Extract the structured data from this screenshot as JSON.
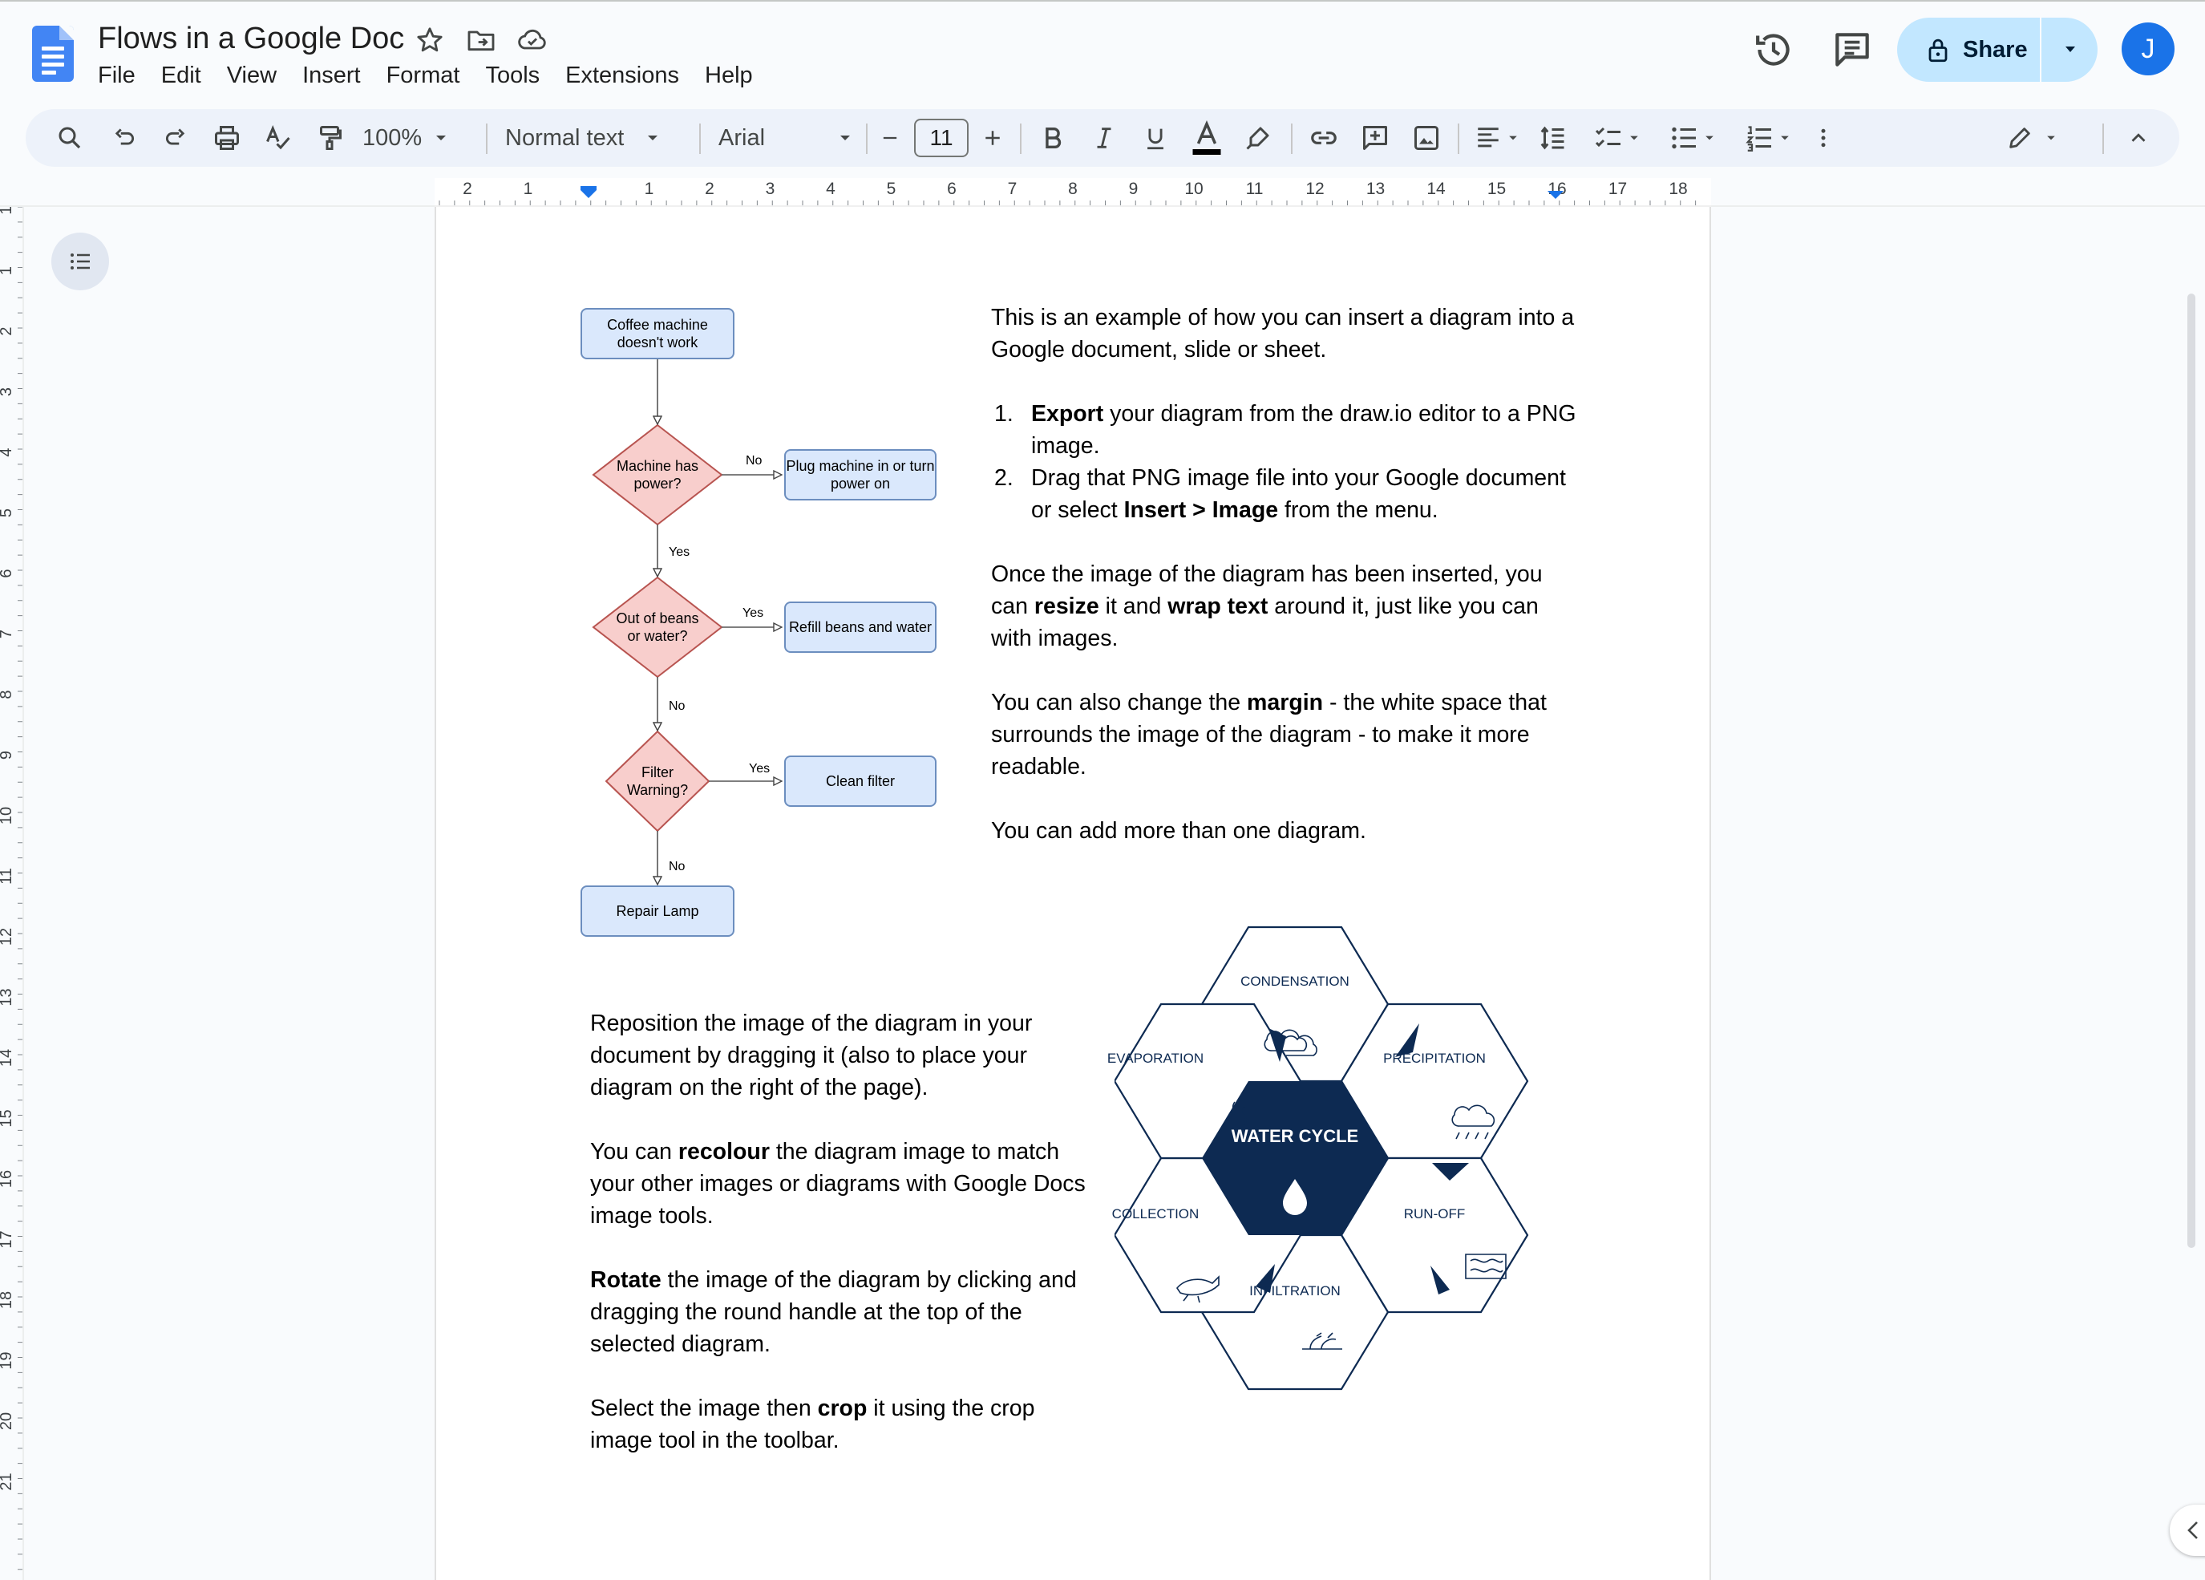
{
  "app": {
    "doc_title": "Flows in a Google Doc",
    "menus": [
      "File",
      "Edit",
      "View",
      "Insert",
      "Format",
      "Tools",
      "Extensions",
      "Help"
    ],
    "share_label": "Share",
    "avatar_initial": "J"
  },
  "toolbar": {
    "zoom": "100%",
    "style": "Normal text",
    "font": "Arial",
    "font_size": "11"
  },
  "ruler": {
    "horizontal_labels": [
      "2",
      "1",
      "1",
      "2",
      "3",
      "4",
      "5",
      "6",
      "7",
      "8",
      "9",
      "10",
      "11",
      "12",
      "13",
      "14",
      "15",
      "16",
      "17",
      "18"
    ],
    "vertical_labels": [
      "1",
      "1",
      "2",
      "3",
      "4",
      "5",
      "6",
      "7",
      "8",
      "9",
      "10",
      "11",
      "12",
      "13",
      "14",
      "15",
      "16",
      "17",
      "18",
      "19",
      "20",
      "21"
    ]
  },
  "flowchart": {
    "start": "Coffee machine doesn't work",
    "decision_power": "Machine has power?",
    "action_power": "Plug machine in or turn power on",
    "decision_beans": "Out of beans or water?",
    "action_beans": "Refill beans and water",
    "decision_filter": "Filter Warning?",
    "action_filter": "Clean filter",
    "end": "Repair Lamp",
    "label_no_1": "No",
    "label_yes_1": "Yes",
    "label_yes_2": "Yes",
    "label_no_2": "No",
    "label_yes_3": "Yes",
    "label_no_3": "No"
  },
  "water_cycle": {
    "center": "WATER CYCLE",
    "condensation": "CONDENSATION",
    "precipitation": "PRECIPITATION",
    "runoff": "RUN-OFF",
    "infiltration": "INFILTRATION",
    "collection": "COLLECTION",
    "evaporation": "EVAPORATION"
  },
  "text_right": {
    "p1": "This is an example of how you can insert a diagram into a Google document, slide or sheet.",
    "li1_num": "1.",
    "li1_bold": "Export",
    "li1_rest": " your diagram from the draw.io editor to a PNG image.",
    "li2_num": "2.",
    "li2_a": "Drag that PNG image file into your Google document or select ",
    "li2_bold": "Insert > Image",
    "li2_b": " from the menu.",
    "p3_a": "Once the image of the diagram has been inserted, you can ",
    "p3_bold1": "resize",
    "p3_b": " it and ",
    "p3_bold2": "wrap text",
    "p3_c": " around it, just like you can with images.",
    "p4_a": "You can also change the ",
    "p4_bold": "margin",
    "p4_b": " - the white space that surrounds the image of the diagram - to make it more readable.",
    "p5": "You can add more than one diagram."
  },
  "text_left": {
    "p1": "Reposition the image of the diagram in your document by dragging it (also to place your diagram on the right of the page).",
    "p2_a": "You can ",
    "p2_bold": "recolour",
    "p2_b": " the diagram image to match your other images or diagrams with Google Docs image tools.",
    "p3_bold": "Rotate",
    "p3_b": " the image of the diagram by clicking and dragging the round handle at the top of the selected diagram.",
    "p4_a": "Select the image then ",
    "p4_bold": "crop",
    "p4_b": " it using the crop image tool in the toolbar."
  },
  "colors": {
    "accent": "#1a73e8",
    "share_bg": "#c2e7ff",
    "toolbar_bg": "#edf2fa",
    "flow_box_fill": "#dae8fc",
    "flow_box_stroke": "#6c8ebf",
    "flow_diamond_fill": "#f8cecc",
    "flow_diamond_stroke": "#b85450",
    "water_cycle_navy": "#0d2a52"
  }
}
